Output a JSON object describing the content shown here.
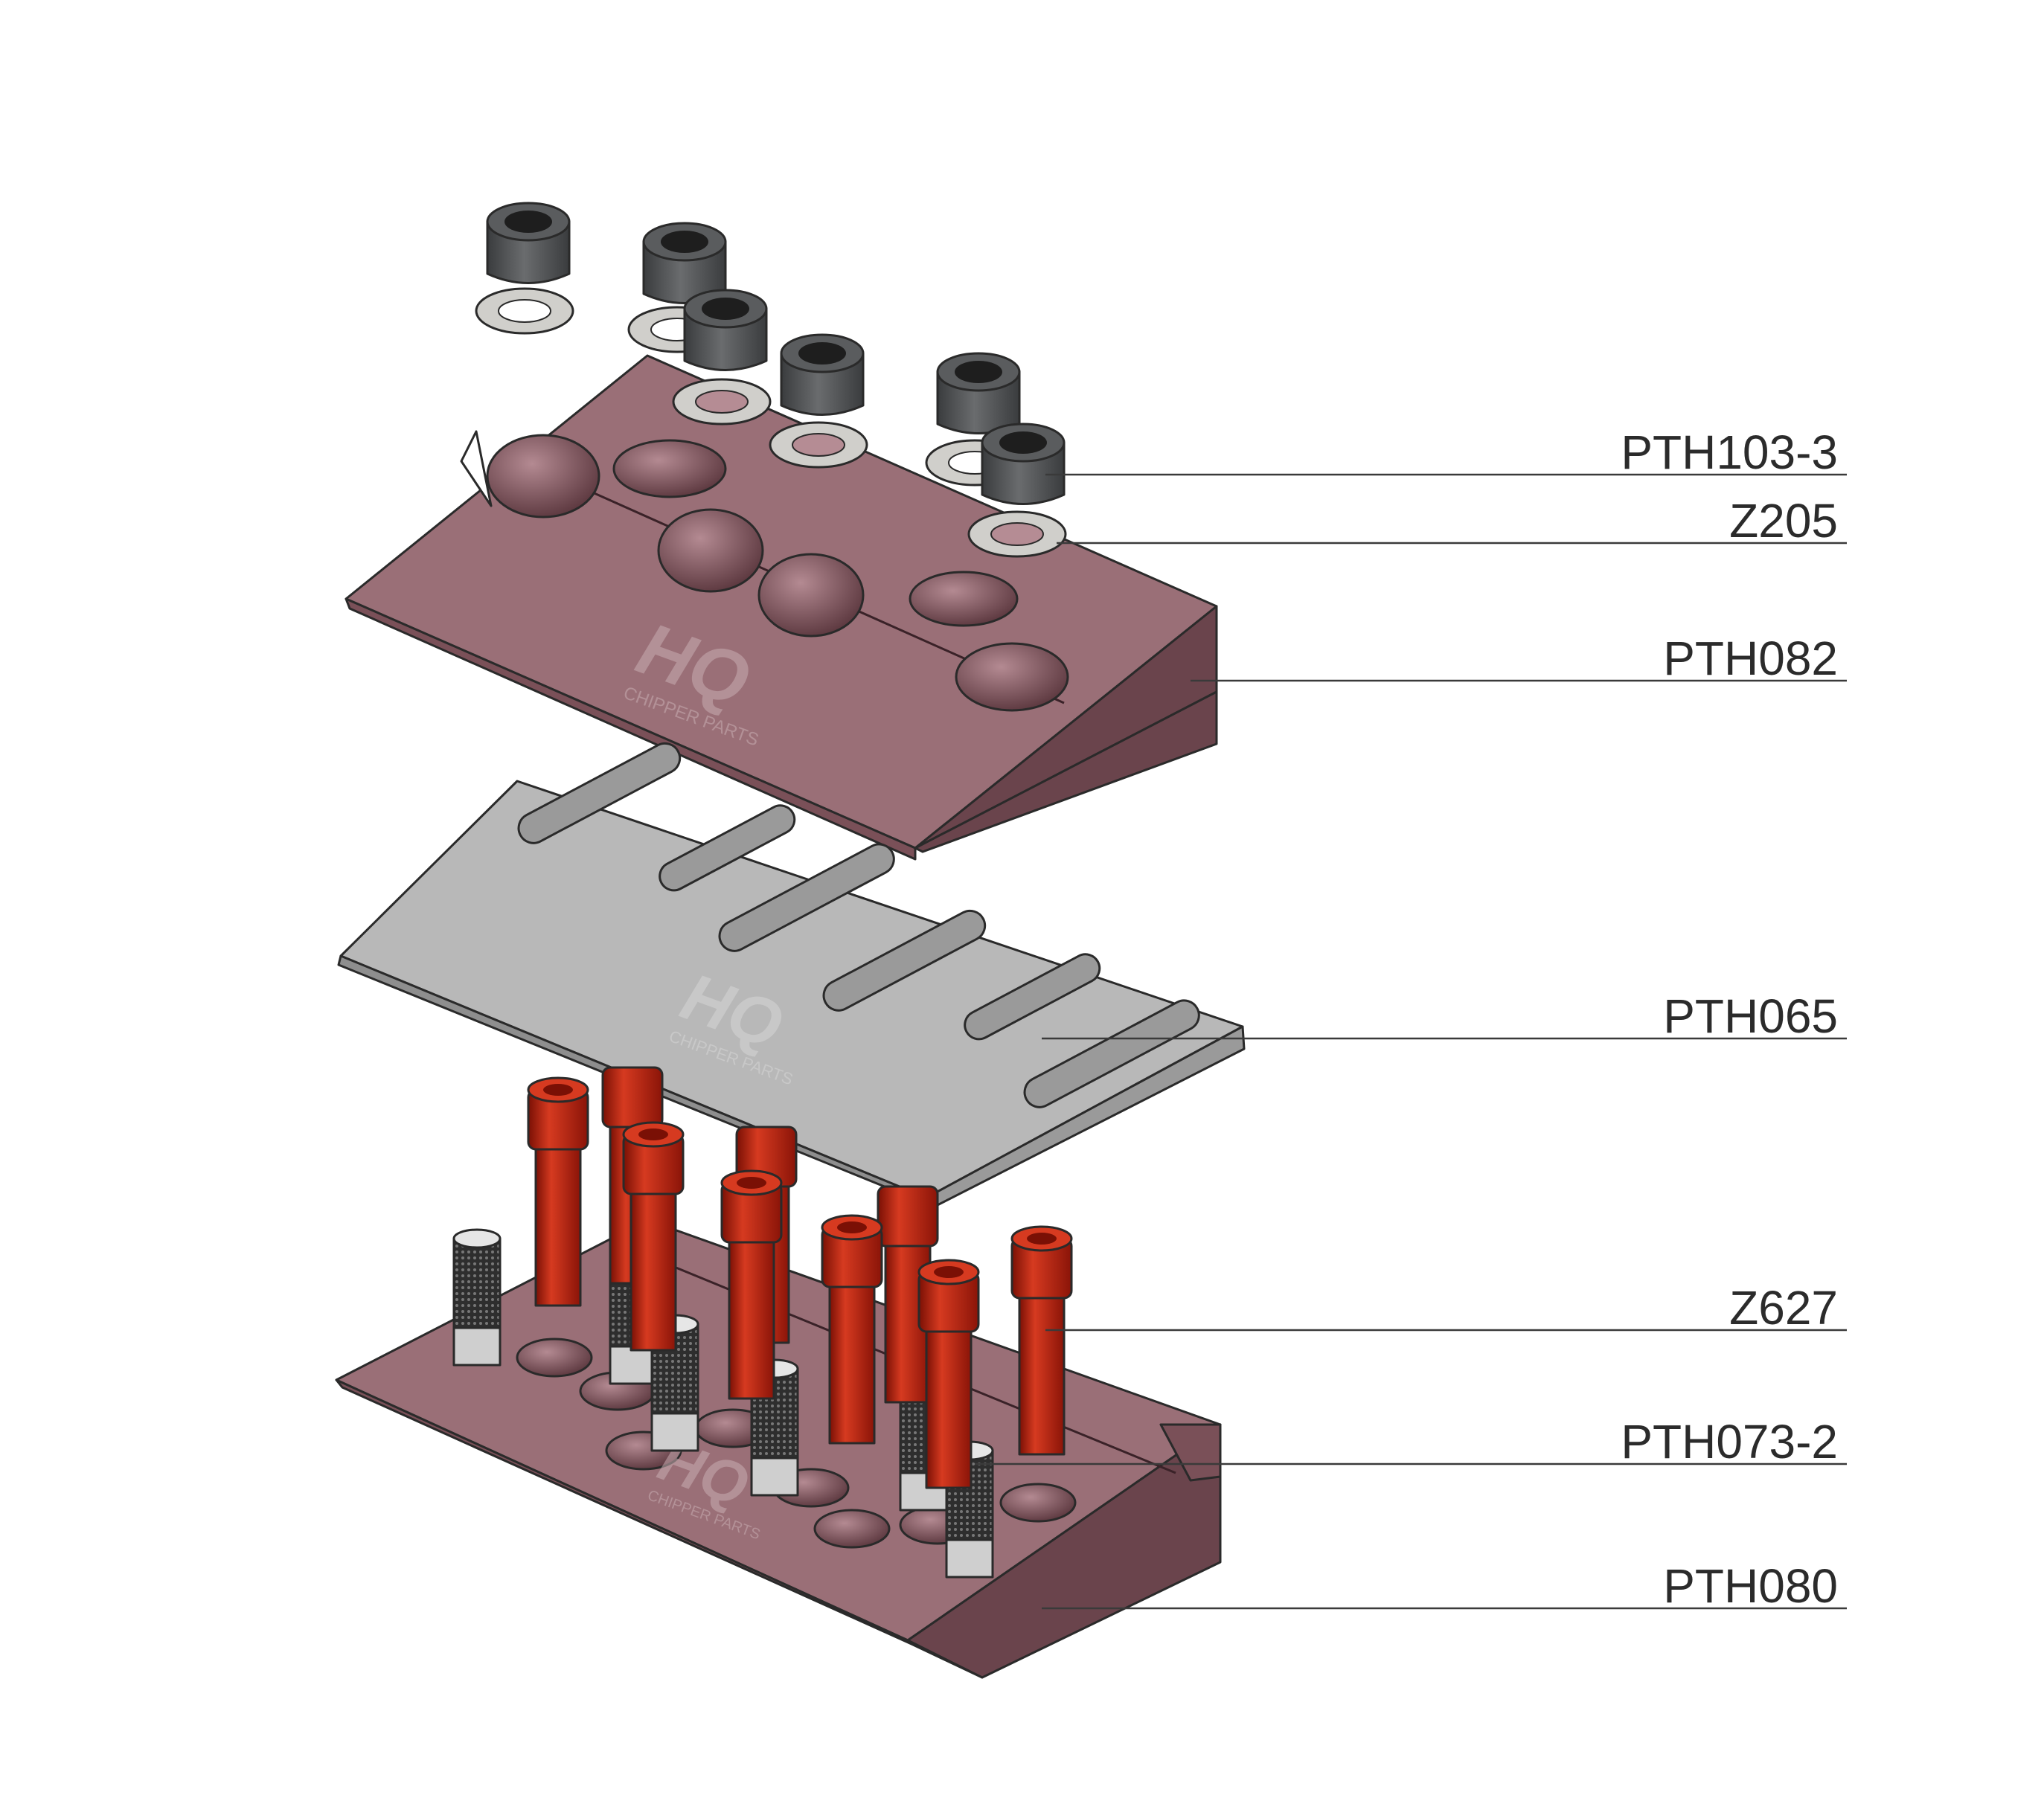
{
  "callouts": [
    {
      "id": "pth103-3",
      "label": "PTH103-3"
    },
    {
      "id": "z205",
      "label": "Z205"
    },
    {
      "id": "pth082",
      "label": "PTH082"
    },
    {
      "id": "pth065",
      "label": "PTH065"
    },
    {
      "id": "z627",
      "label": "Z627"
    },
    {
      "id": "pth073-2",
      "label": "PTH073-2"
    },
    {
      "id": "pth080",
      "label": "PTH080"
    }
  ],
  "watermark": {
    "brand": "HQ",
    "tagline": "CHIPPER PARTS"
  },
  "colors": {
    "clamp_top": "#9a6f77",
    "clamp_front": "#7a5058",
    "clamp_side": "#6a444c",
    "knife_top": "#b8b8b8",
    "knife_front": "#8e8e8e",
    "bolt_red": "#c02010",
    "nut_dark": "#4a4c4e",
    "washer": "#d0cfcb",
    "leader": "#3a3a3a"
  }
}
